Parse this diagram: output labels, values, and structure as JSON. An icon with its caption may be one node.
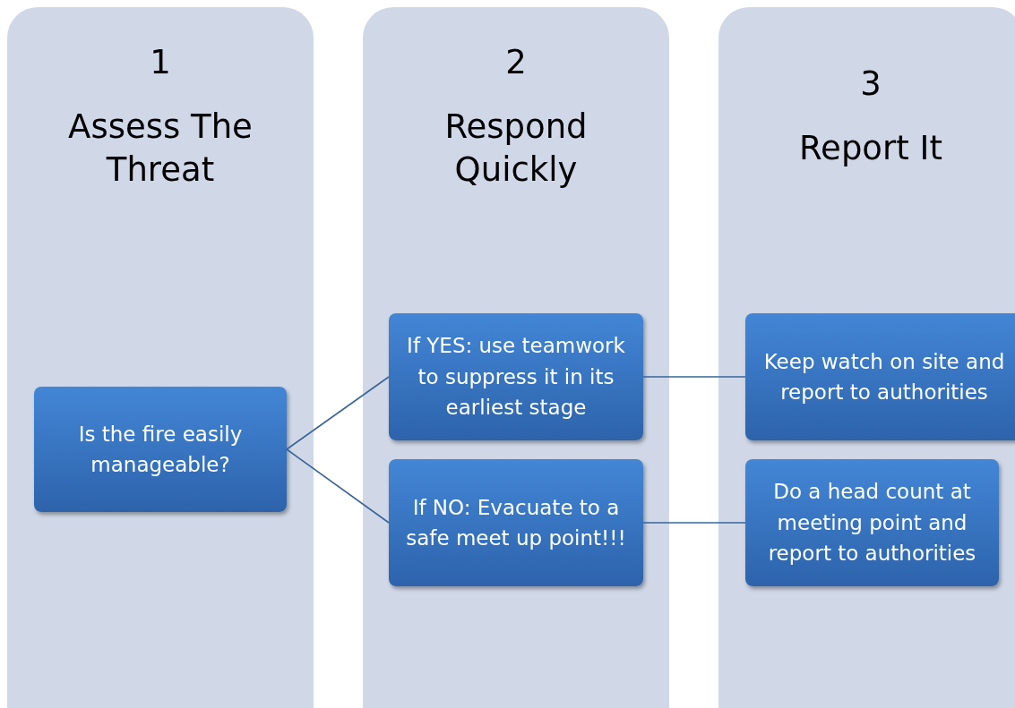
{
  "diagram": {
    "nodes": [
      {
        "text": [
          "1",
          "Assess The Threat"
        ]
      },
      {
        "text": [
          "2",
          "Respond Quickly"
        ]
      },
      {
        "text": [
          "3",
          "Report It"
        ]
      },
      {
        "text": [
          "Is the fire easily manageable?"
        ],
        "in": 0
      },
      {
        "text": [
          "If YES: use teamwork to suppress it in its earliest stage"
        ],
        "in": 1
      },
      {
        "text": [
          "If NO: Evacuate to a safe meet up point!!!"
        ],
        "in": 1
      },
      {
        "text": [
          "Keep watch on site and report to authorities"
        ],
        "in": 2
      },
      {
        "text": [
          "Do a head count at meeting point and report to authorities"
        ],
        "in": 2
      }
    ],
    "edges": [
      {
        "from": 3,
        "to": 4,
        "arrow": "none"
      },
      {
        "from": 3,
        "to": 5,
        "arrow": "none"
      },
      {
        "from": 4,
        "to": 6,
        "arrow": "none"
      },
      {
        "from": 5,
        "to": 7,
        "arrow": "none"
      }
    ]
  }
}
